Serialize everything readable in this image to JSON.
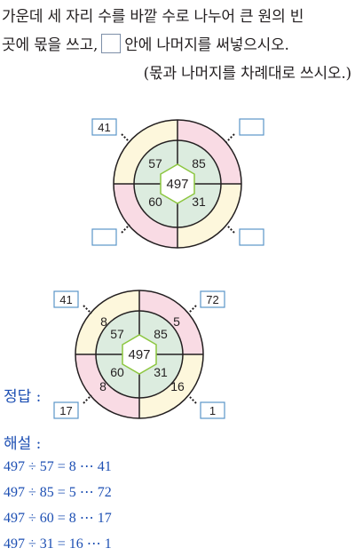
{
  "question": {
    "line1": "가운데 세 자리 수를 바깥 수로 나누어 큰 원의 빈",
    "line2_before": "곳에 몫을 쓰고,",
    "line2_after": "안에 나머지를 써넣으시오.",
    "line3": "(몫과 나머지를 차례대로 쓰시오.)"
  },
  "figure": {
    "center": "497",
    "divisors": [
      "57",
      "85",
      "60",
      "31"
    ],
    "remainders": [
      "41",
      "",
      "",
      ""
    ]
  },
  "answer": {
    "label": "정답 :",
    "center": "497",
    "divisors": [
      "57",
      "85",
      "60",
      "31"
    ],
    "quotients": [
      "8",
      "5",
      "8",
      "16"
    ],
    "remainders": [
      "41",
      "72",
      "17",
      "1"
    ]
  },
  "explanation": {
    "label": "해설 :",
    "lines": [
      "497 ÷ 57 = 8 ⋯ 41",
      "497 ÷ 85 = 5 ⋯ 72",
      "497 ÷ 60 = 8 ⋯ 17",
      "497 ÷ 31 = 16 ⋯ 1"
    ]
  },
  "colors": {
    "yellow": "#fdf7dc",
    "pink": "#f9dbe4",
    "green": "#dcecdf",
    "hexagon_border": "#8cc63f",
    "box_border": "#5b95c9",
    "answer_blue": "#1d4fb3"
  }
}
